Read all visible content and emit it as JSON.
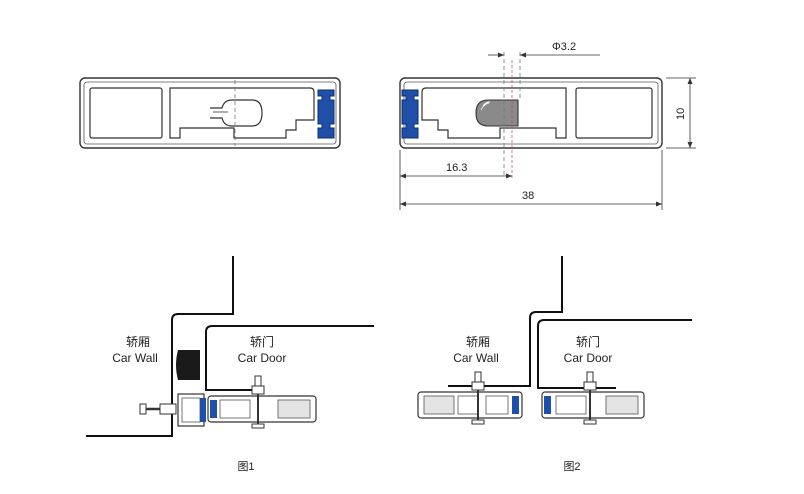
{
  "top_right": {
    "dim_diameter": "Φ3.2",
    "dim_height": "10",
    "dim_offset": "16.3",
    "dim_width": "38"
  },
  "figure1": {
    "wall_zh": "轿厢",
    "wall_en": "Car Wall",
    "door_zh": "轿门",
    "door_en": "Car Door",
    "caption": "图1"
  },
  "figure2": {
    "wall_zh": "轿厢",
    "wall_en": "Car Wall",
    "door_zh": "轿门",
    "door_en": "Car Door",
    "caption": "图2"
  },
  "colors": {
    "seal_blue": "#1f4fa8",
    "pin_gray": "#8a8a8a",
    "outline": "#333333",
    "panel_fill": "#e4e4e4",
    "stopper": "#1a1a1a"
  }
}
